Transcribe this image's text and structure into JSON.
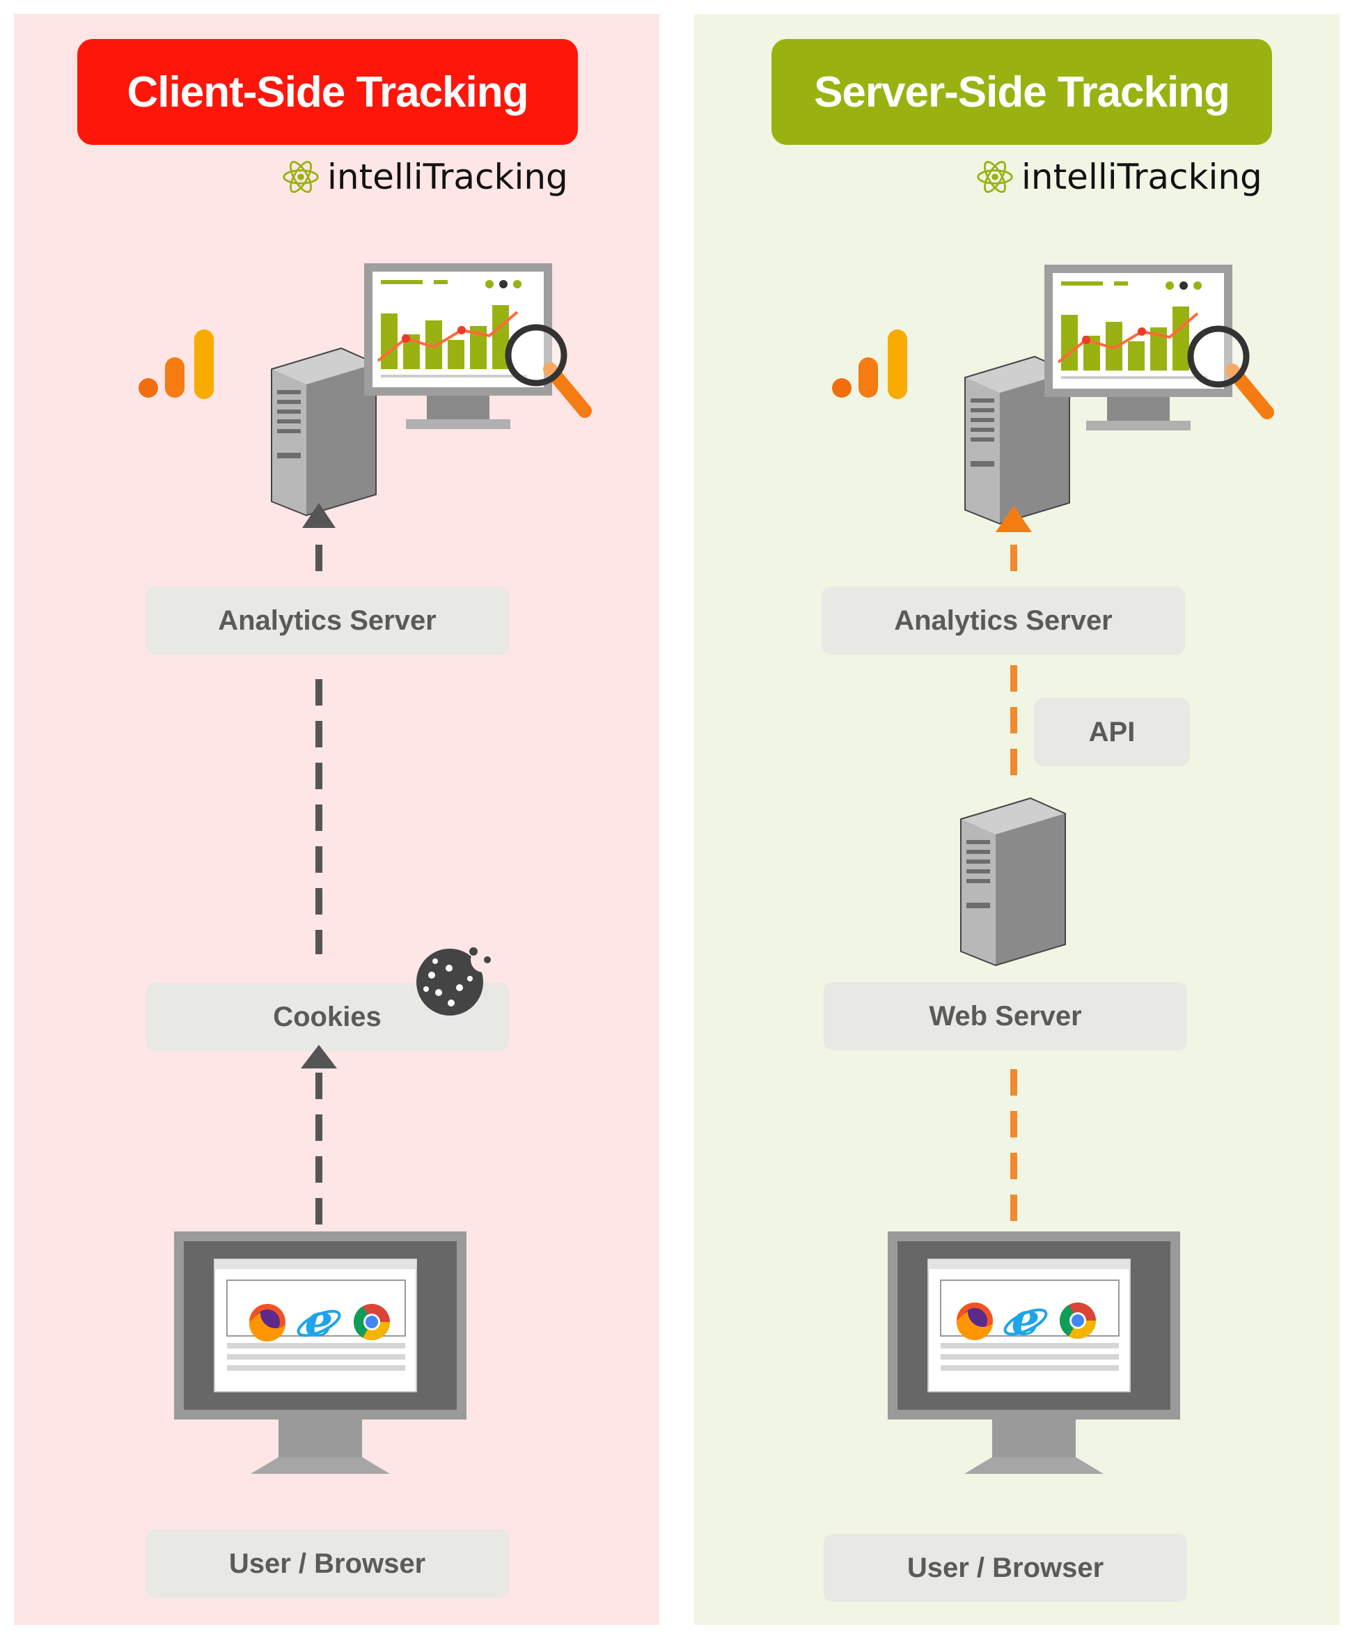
{
  "left": {
    "title": "Client-Side Tracking",
    "brand": "intelliTracking",
    "analytics_label": "Analytics Server",
    "cookies_label": "Cookies",
    "user_label": "User / Browser",
    "accent": "#fe160a"
  },
  "right": {
    "title": "Server-Side Tracking",
    "brand": "intelliTracking",
    "analytics_label": "Analytics Server",
    "api_label": "API",
    "web_server_label": "Web Server",
    "user_label": "User / Browser",
    "accent": "#99b212"
  },
  "icons": [
    "analytics-logo-icon",
    "server-icon",
    "dashboard-monitor-icon",
    "magnifier-icon",
    "cookie-icon",
    "browser-monitor-icon",
    "firefox-icon",
    "internet-explorer-icon",
    "chrome-icon",
    "atom-icon"
  ]
}
